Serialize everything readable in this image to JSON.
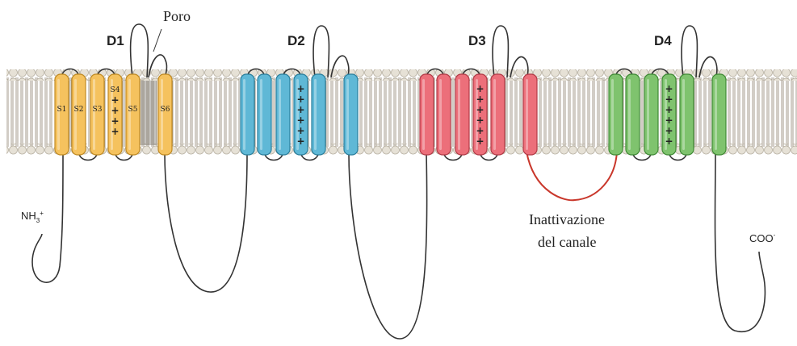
{
  "labels": {
    "poro": "Poro",
    "nh3": "NH",
    "nh3_sub": "3",
    "nh3_sup": "+",
    "coo": "COO",
    "coo_sup": "-",
    "inattivazione_line1": "Inattivazione",
    "inattivazione_line2": "del canale"
  },
  "domains": [
    {
      "label": "D1",
      "color": "#f5c25e",
      "stroke": "#c08a22",
      "segments": [
        "S1",
        "S2",
        "S3",
        "S4",
        "S5",
        "S6"
      ]
    },
    {
      "label": "D2",
      "color": "#5fb8d6",
      "stroke": "#2a7e9c",
      "segments": [
        "",
        "",
        "",
        "",
        "",
        ""
      ]
    },
    {
      "label": "D3",
      "color": "#ec6f7a",
      "stroke": "#b23a46",
      "segments": [
        "",
        "",
        "",
        "",
        "",
        ""
      ]
    },
    {
      "label": "D4",
      "color": "#7fc36e",
      "stroke": "#3f8a35",
      "segments": [
        "",
        "",
        "",
        "",
        "",
        ""
      ]
    }
  ],
  "s4_charge_symbol": "+",
  "colors": {
    "membrane_head": "#e6e1d6",
    "membrane_head_stroke": "#b8b1a2",
    "membrane_core": "#9c9588",
    "loop": "#333333",
    "inactivation_loop": "#c9372b"
  }
}
